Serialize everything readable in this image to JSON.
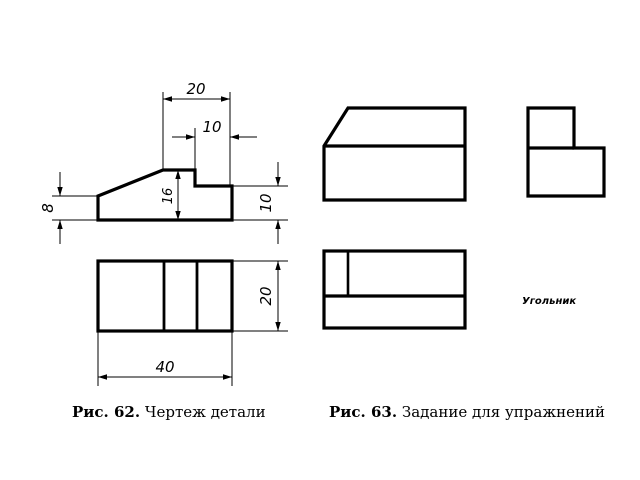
{
  "figure_62": {
    "dimensions": {
      "top_total_width": "20",
      "top_step_width": "10",
      "left_height": "8",
      "inner_height": "16",
      "right_height": "10",
      "plan_depth": "20",
      "plan_length": "40"
    },
    "caption_number": "Рис. 62.",
    "caption_text": "Чертеж детали"
  },
  "figure_63": {
    "part_label": "Угольник",
    "caption_number": "Рис. 63.",
    "caption_text": "Задание для упражнений"
  }
}
